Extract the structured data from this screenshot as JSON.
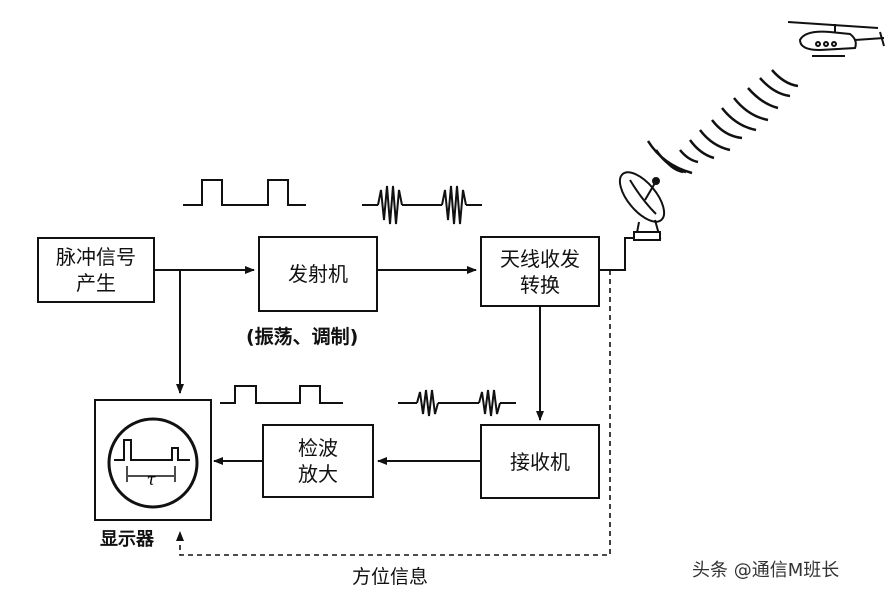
{
  "blocks": {
    "pulse_generator": [
      "脉冲信号",
      "产生"
    ],
    "transmitter": [
      "发射机"
    ],
    "transmitter_note": "(振荡、调制)",
    "duplexer": [
      "天线收发",
      "转换"
    ],
    "receiver": [
      "接收机"
    ],
    "detector_amplifier": [
      "检波",
      "放大"
    ],
    "display": "显示器"
  },
  "display_symbol": "τ",
  "azimuth_label": "方位信息",
  "watermark": "头条 @通信M班长",
  "icons": {
    "antenna": "radar-dish-icon",
    "target": "helicopter-icon"
  }
}
